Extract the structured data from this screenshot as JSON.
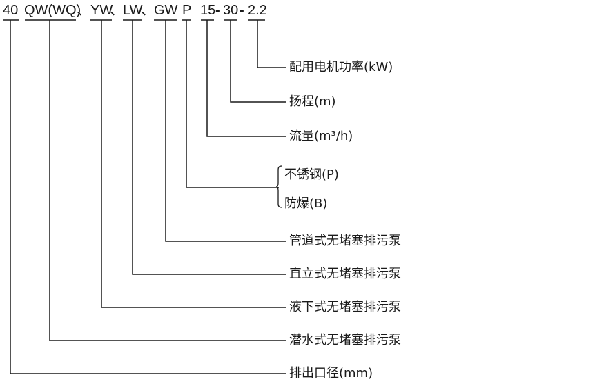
{
  "model_code": {
    "size": "40",
    "qw": "QW(WQ)",
    "sep1": "、",
    "yw": "YW",
    "sep2": "、",
    "lw": "LW",
    "sep3": "、",
    "gw": "GW",
    "p": "P",
    "flow": "15",
    "dash1": "-",
    "head": "30",
    "dash2": "-",
    "power": "2.2"
  },
  "labels": {
    "power": "配用电机功率(kW)",
    "head": "扬程(m)",
    "flow": "流量(m³/h)",
    "stainless": "不锈钢(P)",
    "explosion_proof": "防爆(B)",
    "gw": "管道式无堵塞排污泵",
    "lw": "直立式无堵塞排污泵",
    "yw": "液下式无堵塞排污泵",
    "qw": "潜水式无堵塞排污泵",
    "size": "排出口径(mm)"
  },
  "colors": {
    "line": "#1a1a1a",
    "text": "#1a1a1a"
  }
}
